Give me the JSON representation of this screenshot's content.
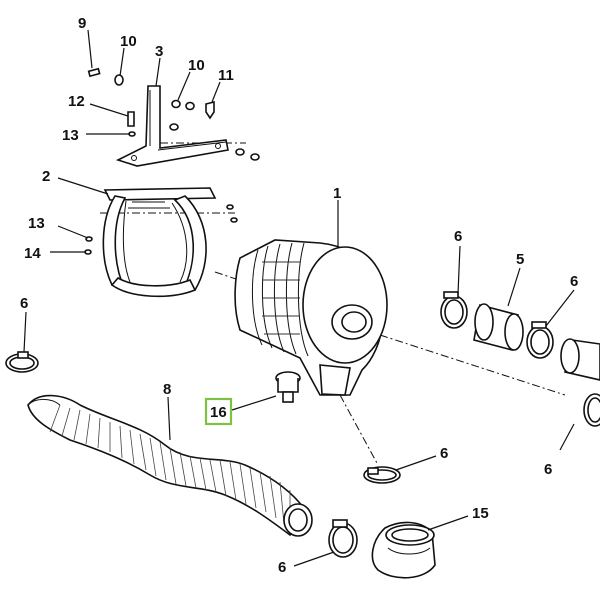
{
  "callouts": {
    "c1": "1",
    "c2": "2",
    "c3": "3",
    "c5": "5",
    "c6a": "6",
    "c6b": "6",
    "c6c": "6",
    "c6d": "6",
    "c6e": "6",
    "c6f": "6",
    "c8": "8",
    "c9": "9",
    "c10a": "10",
    "c10b": "10",
    "c11": "11",
    "c12": "12",
    "c13a": "13",
    "c13b": "13",
    "c14": "14",
    "c15": "15",
    "c16": "16"
  },
  "highlight_color": "#7dc242"
}
